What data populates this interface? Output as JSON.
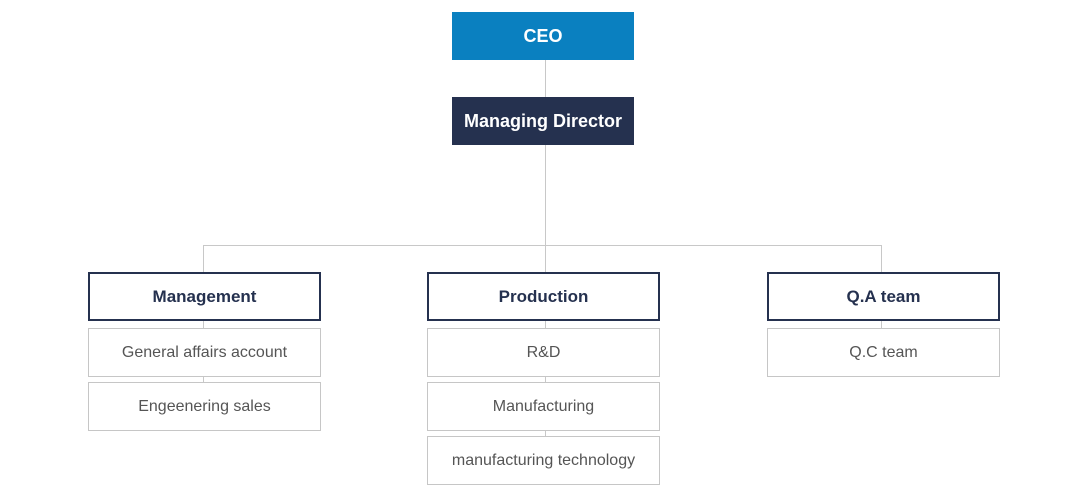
{
  "chart": {
    "top": "CEO",
    "second": "Managing Director",
    "departments": [
      {
        "name": "Management",
        "teams": [
          "General affairs account",
          "Engeenering sales"
        ]
      },
      {
        "name": "Production",
        "teams": [
          "R&D",
          "Manufacturing",
          "manufacturing technology"
        ]
      },
      {
        "name": "Q.A team",
        "teams": [
          "Q.C team"
        ]
      }
    ]
  },
  "colors": {
    "ceo_fill": "#0a80c0",
    "director_fill": "#25314f",
    "department_border": "#25314f",
    "team_border": "#c6c6c6",
    "connector": "#c8c8c8"
  }
}
